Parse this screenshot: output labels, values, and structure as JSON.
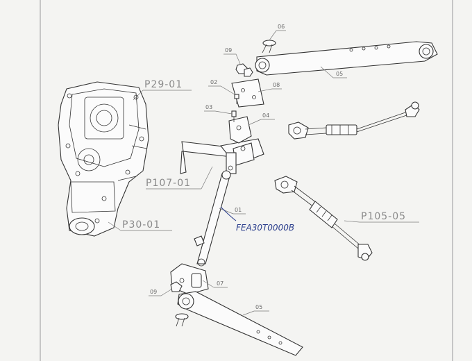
{
  "labels": {
    "p06_top": "06",
    "p09_top": "09",
    "p02": "02",
    "p03": "03",
    "p08": "08",
    "p04": "04",
    "p05_top": "05",
    "p29": "P29-01",
    "p107": "P107-01",
    "p30": "P30-01",
    "p01": "01",
    "p105": "P105-05",
    "p07": "07",
    "p09_bottom": "09",
    "p05_bottom": "05"
  },
  "handwritten": {
    "part_code": "FEA30T0000B"
  },
  "colors": {
    "ink": "#333333",
    "label": "#6a6a6a",
    "pen": "#2a3d8c",
    "paper": "#f4f4f2"
  }
}
